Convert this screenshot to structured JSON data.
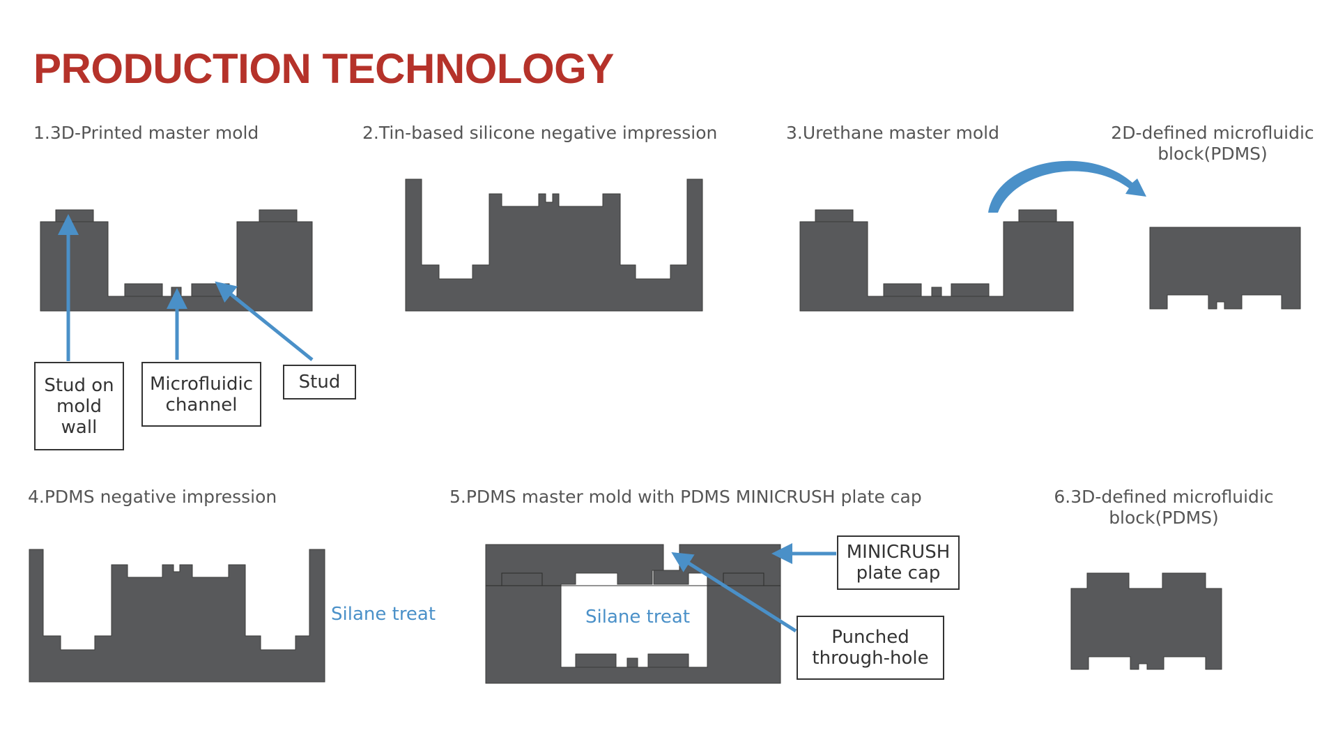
{
  "page": {
    "title": "PRODUCTION TECHNOLOGY"
  },
  "colors": {
    "title": "#b5322a",
    "mold_fill": "#58595b",
    "arrow_blue": "#4a90c8",
    "text_gray": "#555555"
  },
  "steps": {
    "s1": "1.3D-Printed master mold",
    "s2": "2.Tin-based silicone negative impression",
    "s3": "3.Urethane master mold",
    "s2d_line1": "2D-defined microfluidic",
    "s2d_line2": "block(PDMS)",
    "s4": "4.PDMS negative impression",
    "s5": "5.PDMS master mold with PDMS MINICRUSH plate cap",
    "s6_line1": "6.3D-defined microfluidic",
    "s6_line2": "block(PDMS)"
  },
  "callouts": {
    "stud_on_wall": "Stud on\nmold\nwall",
    "microfluidic_channel": "Microfluidic\nchannel",
    "stud": "Stud",
    "minicrush": "MINICRUSH\nplate cap",
    "punched": "Punched\nthrough-hole"
  },
  "notes": {
    "silane_1": "Silane treat",
    "silane_2": "Silane treat"
  }
}
